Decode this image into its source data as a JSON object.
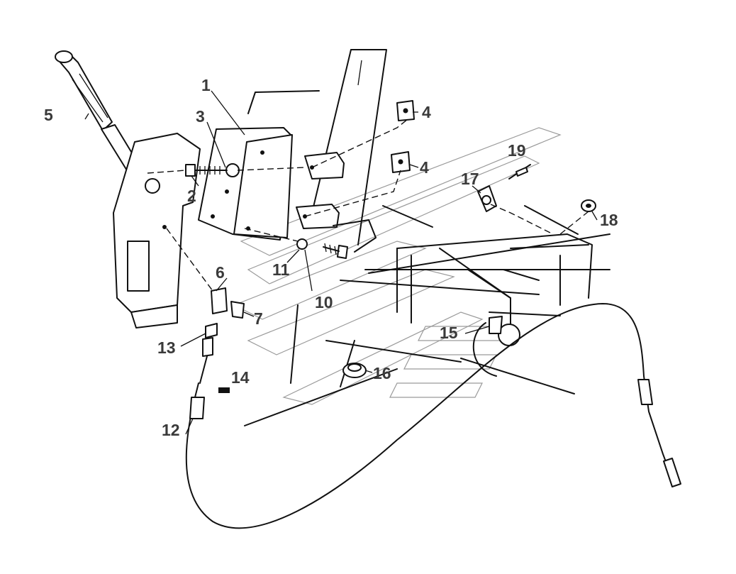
{
  "diagram": {
    "callouts": [
      {
        "id": "c1",
        "text": "1"
      },
      {
        "id": "c2",
        "text": "2"
      },
      {
        "id": "c3",
        "text": "3"
      },
      {
        "id": "c4a",
        "text": "4"
      },
      {
        "id": "c4b",
        "text": "4"
      },
      {
        "id": "c5",
        "text": "5"
      },
      {
        "id": "c6",
        "text": "6"
      },
      {
        "id": "c7",
        "text": "7"
      },
      {
        "id": "c10",
        "text": "10"
      },
      {
        "id": "c11",
        "text": "11"
      },
      {
        "id": "c12",
        "text": "12"
      },
      {
        "id": "c13",
        "text": "13"
      },
      {
        "id": "c14",
        "text": "14"
      },
      {
        "id": "c15",
        "text": "15"
      },
      {
        "id": "c16",
        "text": "16"
      },
      {
        "id": "c17",
        "text": "17"
      },
      {
        "id": "c18",
        "text": "18"
      },
      {
        "id": "c19",
        "text": "19"
      }
    ]
  }
}
